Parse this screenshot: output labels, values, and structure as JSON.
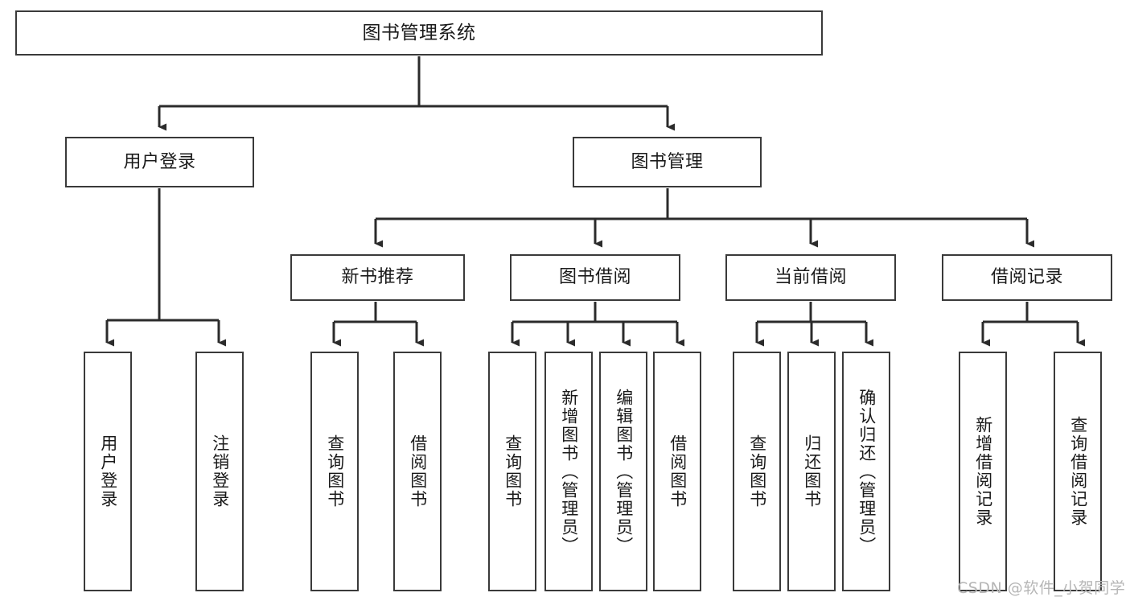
{
  "diagram": {
    "title": "图书管理系统",
    "type": "tree",
    "orientation": "top-down",
    "colors": {
      "box_border": "#3a3a3a",
      "box_fill": "#ffffff",
      "connector": "#2b2b2b",
      "text": "#1a1a1a",
      "watermark": "#b6b6b6",
      "background": "#ffffff"
    },
    "watermark": "CSDN @软件_小贺同学",
    "levels": {
      "root": "图书管理系统",
      "level2": [
        "用户登录",
        "图书管理"
      ],
      "level3": [
        "新书推荐",
        "图书借阅",
        "当前借阅",
        "借阅记录"
      ],
      "level4": [
        "用户登录",
        "注销登录",
        "查询图书",
        "借阅图书",
        "查询图书",
        "新增图书（管理员）",
        "编辑图书（管理员）",
        "借阅图书",
        "查询图书",
        "归还图书",
        "确认归还（管理员）",
        "新增借阅记录",
        "查询借阅记录"
      ]
    },
    "nodes": {
      "root": {
        "label": "图书管理系统"
      },
      "user_login": {
        "label": "用户登录"
      },
      "book_manage": {
        "label": "图书管理"
      },
      "new_book_rec": {
        "label": "新书推荐"
      },
      "book_borrow": {
        "label": "图书借阅"
      },
      "current_borrow": {
        "label": "当前借阅"
      },
      "borrow_record": {
        "label": "借阅记录"
      },
      "leaf_user_login": {
        "label": "用户登录"
      },
      "leaf_logout": {
        "label": "注销登录"
      },
      "leaf_query_book_a": {
        "label": "查询图书"
      },
      "leaf_borrow_book_a": {
        "label": "借阅图书"
      },
      "leaf_query_book_b": {
        "label": "查询图书"
      },
      "leaf_add_book": {
        "label": "新增图书（管理员）"
      },
      "leaf_edit_book": {
        "label": "编辑图书（管理员）"
      },
      "leaf_borrow_book_b": {
        "label": "借阅图书"
      },
      "leaf_query_book_c": {
        "label": "查询图书"
      },
      "leaf_return_book": {
        "label": "归还图书"
      },
      "leaf_confirm_return": {
        "label": "确认归还（管理员）"
      },
      "leaf_add_record": {
        "label": "新增借阅记录"
      },
      "leaf_query_record": {
        "label": "查询借阅记录"
      }
    },
    "edges": [
      {
        "from": "root",
        "to": "user_login"
      },
      {
        "from": "root",
        "to": "book_manage"
      },
      {
        "from": "user_login",
        "to": "leaf_user_login"
      },
      {
        "from": "user_login",
        "to": "leaf_logout"
      },
      {
        "from": "book_manage",
        "to": "new_book_rec"
      },
      {
        "from": "book_manage",
        "to": "book_borrow"
      },
      {
        "from": "book_manage",
        "to": "current_borrow"
      },
      {
        "from": "book_manage",
        "to": "borrow_record"
      },
      {
        "from": "new_book_rec",
        "to": "leaf_query_book_a"
      },
      {
        "from": "new_book_rec",
        "to": "leaf_borrow_book_a"
      },
      {
        "from": "book_borrow",
        "to": "leaf_query_book_b"
      },
      {
        "from": "book_borrow",
        "to": "leaf_add_book"
      },
      {
        "from": "book_borrow",
        "to": "leaf_edit_book"
      },
      {
        "from": "book_borrow",
        "to": "leaf_borrow_book_b"
      },
      {
        "from": "current_borrow",
        "to": "leaf_query_book_c"
      },
      {
        "from": "current_borrow",
        "to": "leaf_return_book"
      },
      {
        "from": "current_borrow",
        "to": "leaf_confirm_return"
      },
      {
        "from": "borrow_record",
        "to": "leaf_add_record"
      },
      {
        "from": "borrow_record",
        "to": "leaf_query_record"
      }
    ]
  }
}
